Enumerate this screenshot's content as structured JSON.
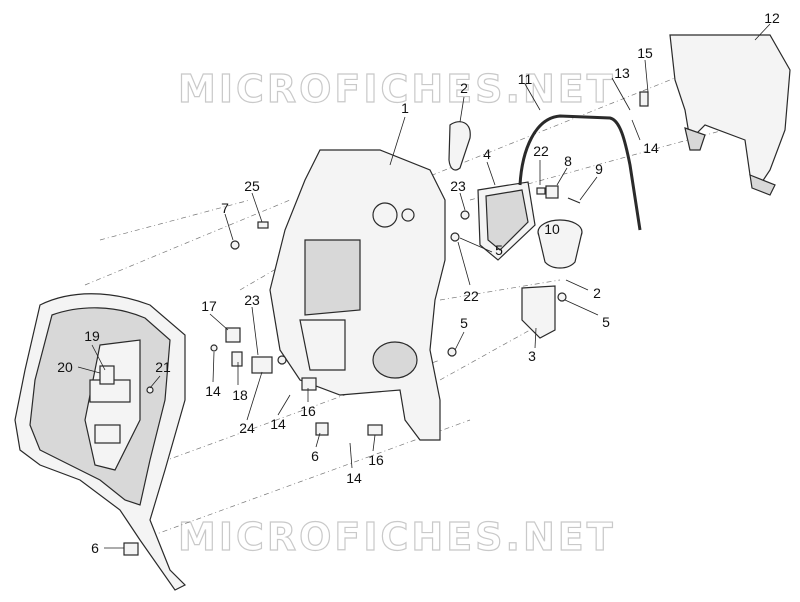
{
  "watermark": {
    "top": "MICROFICHES.NET",
    "bottom": "MICROFICHES.NET"
  },
  "callouts": [
    {
      "id": "c1",
      "label": "1"
    },
    {
      "id": "c2a",
      "label": "2"
    },
    {
      "id": "c2b",
      "label": "2"
    },
    {
      "id": "c3",
      "label": "3"
    },
    {
      "id": "c4",
      "label": "4"
    },
    {
      "id": "c5a",
      "label": "5"
    },
    {
      "id": "c5b",
      "label": "5"
    },
    {
      "id": "c5c",
      "label": "5"
    },
    {
      "id": "c6a",
      "label": "6"
    },
    {
      "id": "c6b",
      "label": "6"
    },
    {
      "id": "c7",
      "label": "7"
    },
    {
      "id": "c8",
      "label": "8"
    },
    {
      "id": "c9",
      "label": "9"
    },
    {
      "id": "c10",
      "label": "10"
    },
    {
      "id": "c11",
      "label": "11"
    },
    {
      "id": "c12",
      "label": "12"
    },
    {
      "id": "c13",
      "label": "13"
    },
    {
      "id": "c14a",
      "label": "14"
    },
    {
      "id": "c14b",
      "label": "14"
    },
    {
      "id": "c14c",
      "label": "14"
    },
    {
      "id": "c14d",
      "label": "14"
    },
    {
      "id": "c15",
      "label": "15"
    },
    {
      "id": "c16a",
      "label": "16"
    },
    {
      "id": "c16b",
      "label": "16"
    },
    {
      "id": "c17",
      "label": "17"
    },
    {
      "id": "c18",
      "label": "18"
    },
    {
      "id": "c19",
      "label": "19"
    },
    {
      "id": "c20",
      "label": "20"
    },
    {
      "id": "c21",
      "label": "21"
    },
    {
      "id": "c22a",
      "label": "22"
    },
    {
      "id": "c22b",
      "label": "22"
    },
    {
      "id": "c23a",
      "label": "23"
    },
    {
      "id": "c23b",
      "label": "23"
    },
    {
      "id": "c24",
      "label": "24"
    },
    {
      "id": "c25",
      "label": "25"
    }
  ]
}
